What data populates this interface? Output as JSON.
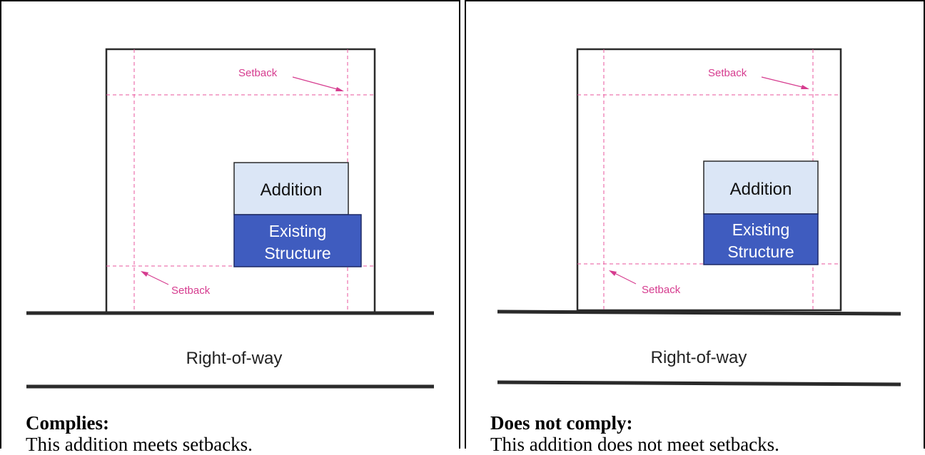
{
  "panels": [
    {
      "heading": "Complies:",
      "text": "This addition meets setbacks.",
      "addition_label": "Addition",
      "existing_label_line1": "Existing",
      "existing_label_line2": "Structure",
      "setback_top_label": "Setback",
      "setback_bottom_label": "Setback",
      "row_label": "Right-of-way"
    },
    {
      "heading": "Does not comply:",
      "text": "This addition does not meet setbacks.",
      "addition_label": "Addition",
      "existing_label_line1": "Existing",
      "existing_label_line2": "Structure",
      "setback_top_label": "Setback",
      "setback_bottom_label": "Setback",
      "row_label": "Right-of-way"
    }
  ],
  "colors": {
    "setback_line": "#e8559c",
    "setback_text": "#d63c8f",
    "addition_fill": "#dbe6f6",
    "existing_fill": "#3f5cbf",
    "line": "#2a2a2a"
  }
}
